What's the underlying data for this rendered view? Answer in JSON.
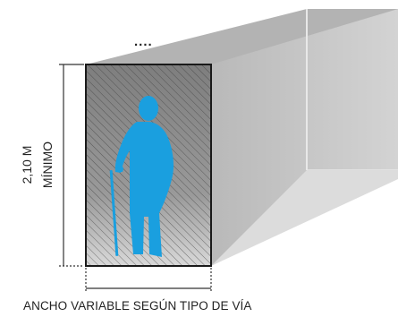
{
  "labels": {
    "dots": "....",
    "height_value": "2,10 M",
    "height_note": "MÍNIMO",
    "width_caption": "ANCHO VARIABLE SEGÚN TIPO DE VÍA"
  },
  "icons": {
    "person": "elderly-person-with-cane-icon"
  },
  "colors": {
    "tunnel_face": "#8c8c8c",
    "tunnel_side": "#c9c9c9",
    "tunnel_top": "#b4b4b4",
    "figure": "#1a9fdf",
    "outline": "#1a1a1a"
  }
}
